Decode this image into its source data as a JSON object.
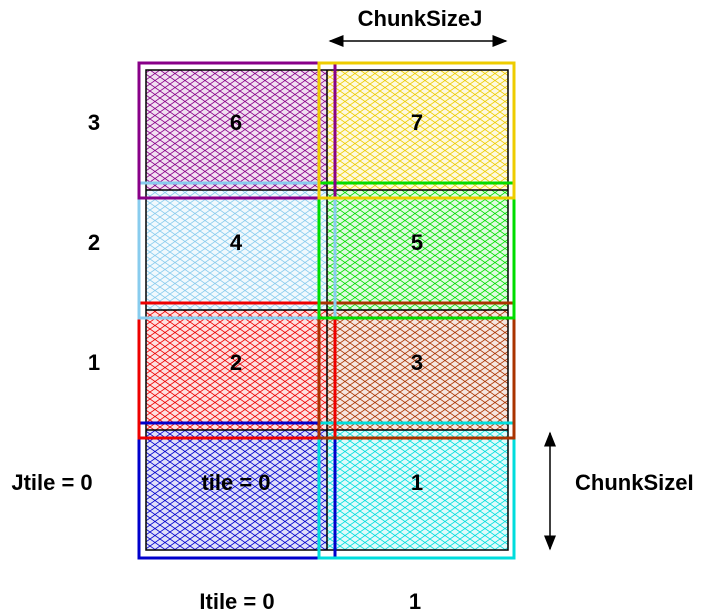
{
  "diagram": {
    "chunk_size_j_label": "ChunkSizeJ",
    "chunk_size_i_label": "ChunkSizeI",
    "row_labels": [
      "Jtile = 0",
      "1",
      "2",
      "3"
    ],
    "column_labels": [
      "Itile = 0",
      "1"
    ],
    "tiles": [
      {
        "id": "tile-0",
        "label": "tile = 0",
        "color": "#0000cc"
      },
      {
        "id": "tile-1",
        "label": "1",
        "color": "#00dddd"
      },
      {
        "id": "tile-2",
        "label": "2",
        "color": "#ee0000"
      },
      {
        "id": "tile-3",
        "label": "3",
        "color": "#aa3300"
      },
      {
        "id": "tile-4",
        "label": "4",
        "color": "#88ccee"
      },
      {
        "id": "tile-5",
        "label": "5",
        "color": "#00dd00"
      },
      {
        "id": "tile-6",
        "label": "6",
        "color": "#880088"
      },
      {
        "id": "tile-7",
        "label": "7",
        "color": "#eecc00"
      }
    ]
  }
}
